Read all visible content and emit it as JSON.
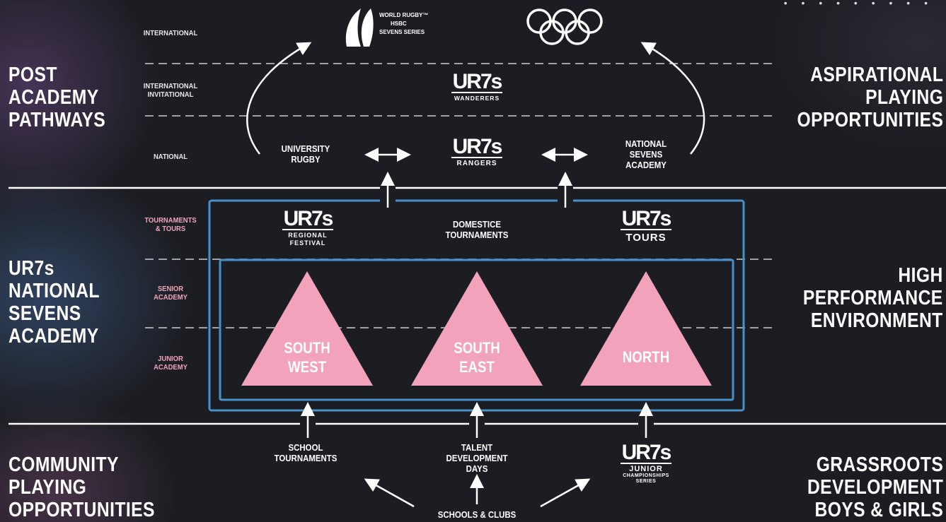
{
  "left_headings": {
    "post_academy": [
      "POST",
      "ACADEMY",
      "PATHWAYS"
    ],
    "ur7s_academy": [
      "UR7s",
      "NATIONAL",
      "SEVENS",
      "ACADEMY"
    ],
    "community": [
      "COMMUNITY",
      "PLAYING",
      "OPPORTUNITIES"
    ]
  },
  "right_headings": {
    "aspirational": [
      "ASPIRATIONAL",
      "PLAYING",
      "OPPORTUNITIES"
    ],
    "high_performance": [
      "HIGH",
      "PERFORMANCE",
      "ENVIRONMENT"
    ],
    "grassroots": [
      "GRASSROOTS",
      "DEVELOPMENT",
      "BOYS & GIRLS"
    ]
  },
  "levels": {
    "international": "INTERNATIONAL",
    "international_invitational": [
      "INTERNATIONAL",
      "INVITATIONAL"
    ],
    "national": "NATIONAL",
    "tournaments_tours": [
      "TOURNAMENTS",
      "& TOURS"
    ],
    "senior_academy": [
      "SENIOR",
      "ACADEMY"
    ],
    "junior_academy": [
      "JUNIOR",
      "ACADEMY"
    ]
  },
  "logos": {
    "world_rugby": [
      "WORLD RUGBY™",
      "HSBC",
      "SEVENS SERIES"
    ],
    "ur7s_mark": "UR7s",
    "wanderers": "WANDERERS",
    "rangers": "RANGERS",
    "regional_festival": [
      "REGIONAL",
      "FESTIVAL"
    ],
    "tours": "TOURS",
    "junior_championships": [
      "JUNIOR",
      "CHAMPIONSHIPS",
      "SERIES"
    ]
  },
  "nodes": {
    "university_rugby": [
      "UNIVERSITY",
      "RUGBY"
    ],
    "national_sevens_academy": [
      "NATIONAL",
      "SEVENS",
      "ACADEMY"
    ],
    "domestic_tournaments": [
      "DOMESTICE",
      "TOURNAMENTS"
    ],
    "school_tournaments": [
      "SCHOOL",
      "TOURNAMENTS"
    ],
    "talent_development_days": [
      "TALENT",
      "DEVELOPMENT",
      "DAYS"
    ],
    "schools_clubs": "SCHOOLS & CLUBS"
  },
  "regions": [
    {
      "lines": [
        "SOUTH",
        "WEST"
      ]
    },
    {
      "lines": [
        "SOUTH",
        "EAST"
      ]
    },
    {
      "lines": [
        "NORTH"
      ]
    }
  ],
  "colors": {
    "background": "#1c1d22",
    "triangle_pink": "#f2a3bb",
    "academy_box_blue": "#4a90c8",
    "level_pink_text": "#f2a3bb",
    "line_white": "#ffffff"
  },
  "icons": {
    "olympic_rings": "olympic-rings-icon",
    "world_rugby": "world-rugby-logo-icon"
  }
}
